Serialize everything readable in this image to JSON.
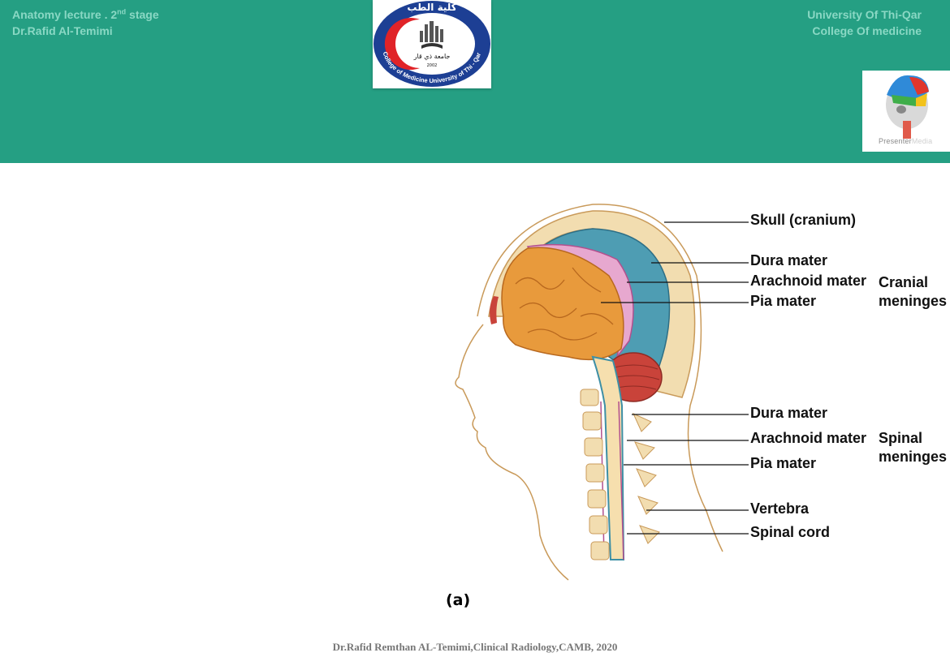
{
  "header": {
    "left_line1_prefix": "Anatomy lecture . 2",
    "left_line1_sup": "nd",
    "left_line1_suffix": " stage",
    "left_line2": "Dr.Rafid Al-Temimi",
    "right_line1": "University Of Thi-Qar",
    "right_line2": "College Of  medicine"
  },
  "logo": {
    "arabic_top": "كلية الطب",
    "arabic_center": "جامعة ذي قار",
    "year": "2002",
    "ring_text": "College of Medicine University of Thi - Qar"
  },
  "presenter": {
    "label_a": "Presenter",
    "label_b": "Media"
  },
  "figure": {
    "labels": {
      "skull": "Skull (cranium)",
      "cranial_dura": "Dura mater",
      "cranial_arachnoid": "Arachnoid mater",
      "cranial_pia": "Pia mater",
      "cranial_group_1": "Cranial",
      "cranial_group_2": "meninges",
      "spinal_dura": "Dura mater",
      "spinal_arachnoid": "Arachnoid mater",
      "spinal_pia": "Pia mater",
      "spinal_group_1": "Spinal",
      "spinal_group_2": "meninges",
      "vertebra": "Vertebra",
      "spinal_cord": "Spinal cord"
    },
    "caption": "(a)"
  },
  "footer": "Dr.Rafid Remthan AL-Temimi,Clinical Radiology,CAMB, 2020",
  "colors": {
    "banner": "#259f83",
    "header_text": "#8ad8c4",
    "dura": "#3e8fa5",
    "brain": "#e89a3c",
    "cerebellum": "#c9433a"
  }
}
